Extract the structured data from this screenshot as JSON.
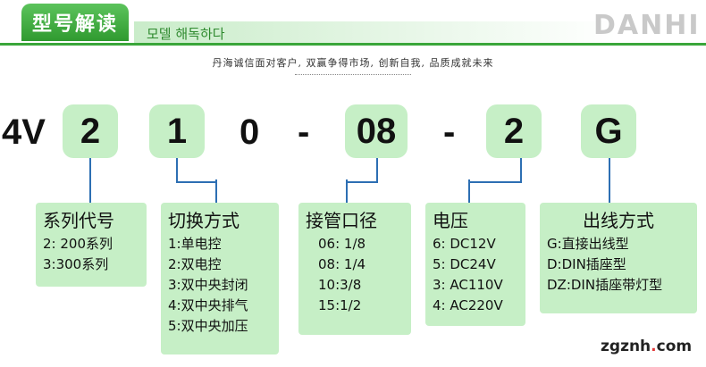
{
  "header": {
    "title": "型号解读",
    "subtitle": "모델 해독하다",
    "logo": "DANHI",
    "slogan": "丹海诚信面对客户, 双赢争得市场, 创新自我, 品质成就未来"
  },
  "model_code": {
    "prefix": "4V",
    "segments": [
      "2",
      "1",
      "0",
      "-",
      "08",
      "-",
      "2",
      "G"
    ]
  },
  "cards": [
    {
      "title": "系列代号",
      "items": [
        "2: 200系列",
        "3:300系列"
      ]
    },
    {
      "title": "切换方式",
      "items": [
        "1:单电控",
        "2:双电控",
        "3:双中央封闭",
        "4:双中央排气",
        "5:双中央加压"
      ]
    },
    {
      "title": "接管口径",
      "items": [
        "06: 1/8",
        "08: 1/4",
        "10:3/8",
        "15:1/2"
      ]
    },
    {
      "title": "电压",
      "items": [
        "6: DC12V",
        "5: DC24V",
        "3: AC110V",
        "4: AC220V"
      ]
    },
    {
      "title": "出线方式",
      "items": [
        "G:直接出线型",
        "D:DIN插座型",
        "DZ:DIN插座带灯型"
      ]
    }
  ],
  "watermark": {
    "text": "zgznh",
    "dot": ".",
    "suffix": "com"
  },
  "colors": {
    "accent": "#3aa63a",
    "box_fill": "#c6efc6",
    "connector": "#2d6fb3"
  }
}
